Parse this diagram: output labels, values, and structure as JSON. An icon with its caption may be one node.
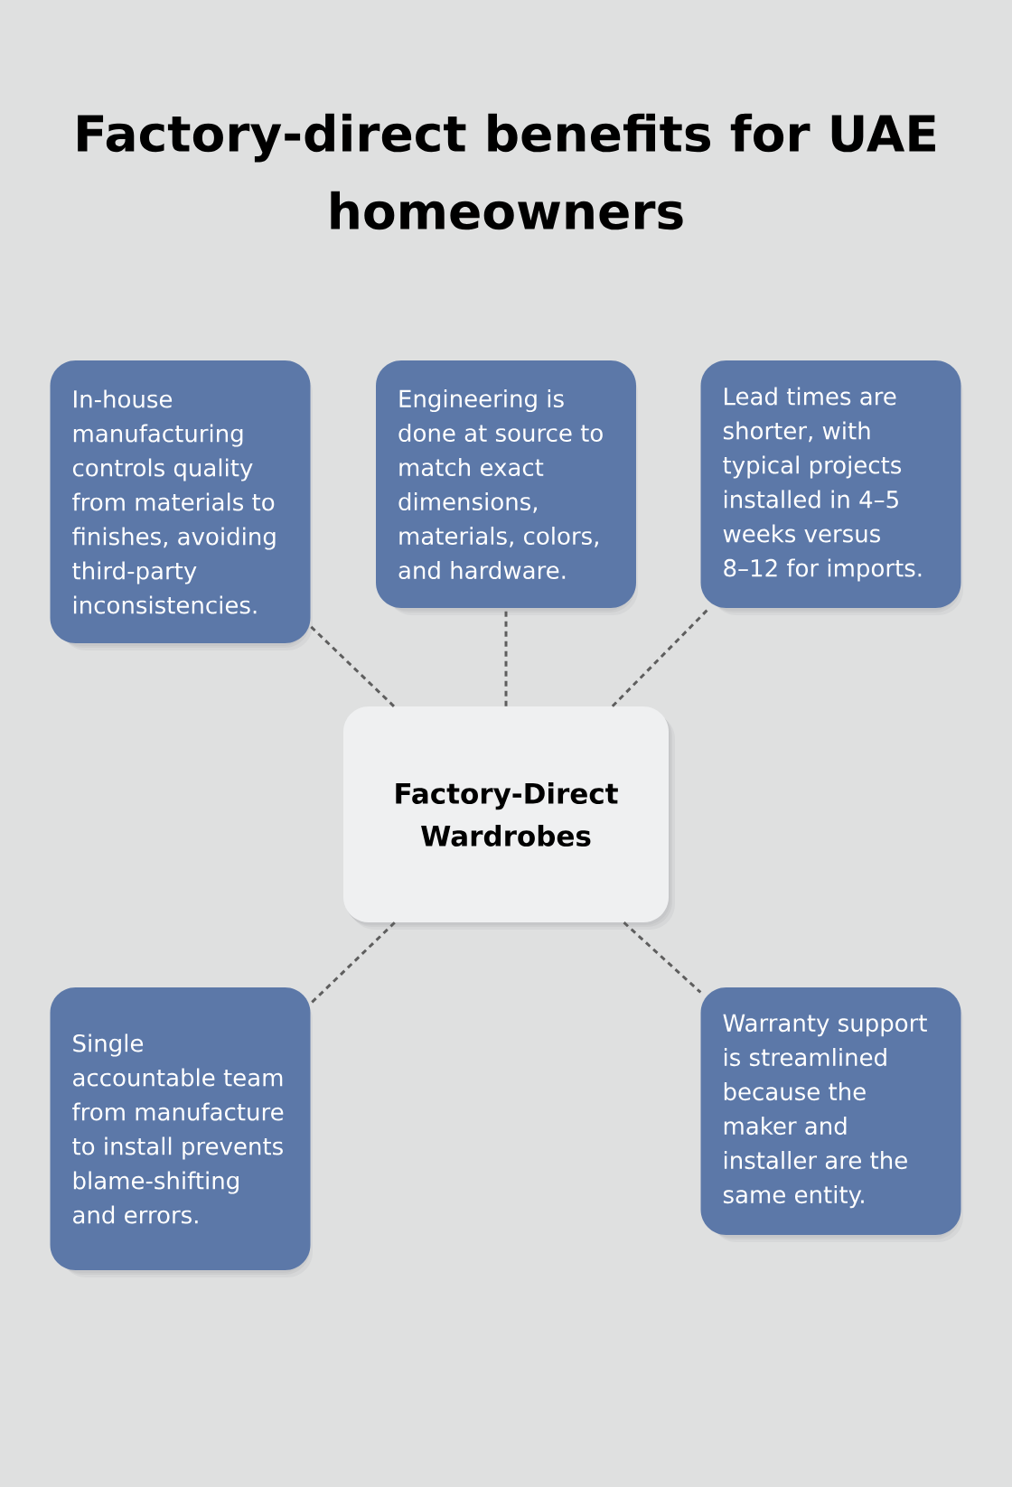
{
  "diagram": {
    "title": "Factory-direct benefits for UAE homeowners",
    "nodes": [
      {
        "text": [
          "In-house manufacturing controls quality from materials to finishes, avoiding third-party inconsistencies."
        ]
      },
      {
        "text": [
          "Engineering is done at source to match exact dimensions, materials, colors, and hardware."
        ]
      },
      {
        "text": [
          "Lead times are shorter, with typical projects installed in 4–5 weeks versus 8–12 for imports."
        ]
      },
      {
        "text": [
          "Factory-Direct Wardrobes"
        ]
      },
      {
        "text": [
          "Single accountable team from manufacture to install prevents blame-shifting and errors."
        ]
      },
      {
        "text": [
          "Warranty support is streamlined because the maker and installer are the same entity."
        ]
      }
    ],
    "edges": [
      {
        "from": 3,
        "to": 0,
        "arrow": "none"
      },
      {
        "from": 3,
        "to": 1,
        "arrow": "none"
      },
      {
        "from": 3,
        "to": 2,
        "arrow": "none"
      },
      {
        "from": 3,
        "to": 4,
        "arrow": "none"
      },
      {
        "from": 3,
        "to": 5,
        "arrow": "none"
      }
    ]
  }
}
